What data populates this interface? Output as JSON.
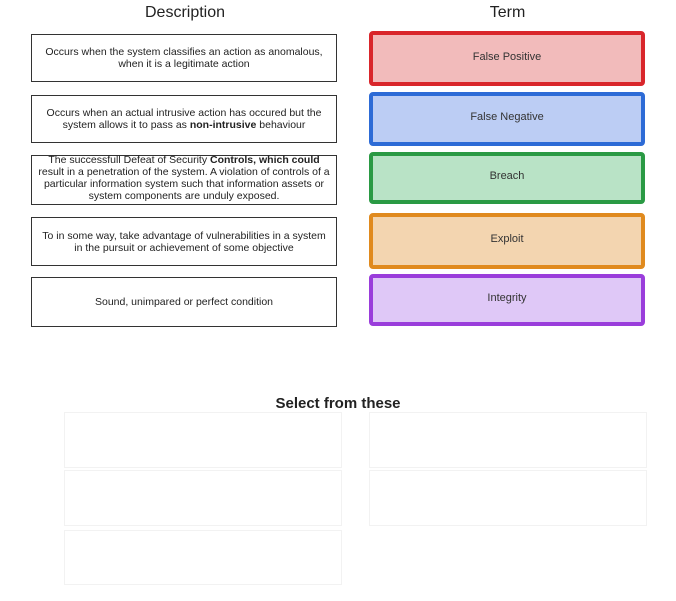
{
  "headings": {
    "description": "Description",
    "term": "Term"
  },
  "descriptions": [
    {
      "pre": "Occurs when the system classifies an action as anomalous, when it is a legitimate action",
      "bold": "",
      "post": ""
    },
    {
      "pre": "Occurs when an actual intrusive action has occured but the system allows it to pass as ",
      "bold": "non-intrusive",
      "post": " behaviour"
    },
    {
      "pre": "The successfull Defeat of Security ",
      "bold": "Controls, which could",
      "post": " result in a penetration of the system. A violation of controls of a particular information system such that information assets or system components are unduly exposed."
    },
    {
      "pre": "To in some way, take advantage of vulnerabilities in a system in the pursuit or achievement of some objective",
      "bold": "",
      "post": ""
    },
    {
      "pre": "Sound, unimpared or perfect condition",
      "bold": "",
      "post": ""
    }
  ],
  "terms": [
    {
      "label": "False Positive",
      "border": "#d9262b",
      "fill": "#f2bbbb"
    },
    {
      "label": "False Negative",
      "border": "#2d6bd6",
      "fill": "#bccdf4"
    },
    {
      "label": "Breach",
      "border": "#2a9a44",
      "fill": "#b9e3c6"
    },
    {
      "label": "Exploit",
      "border": "#e08a1e",
      "fill": "#f3d5b0"
    },
    {
      "label": "Integrity",
      "border": "#9a3ddb",
      "fill": "#dfc8f7"
    }
  ],
  "select_title": "Select from these"
}
